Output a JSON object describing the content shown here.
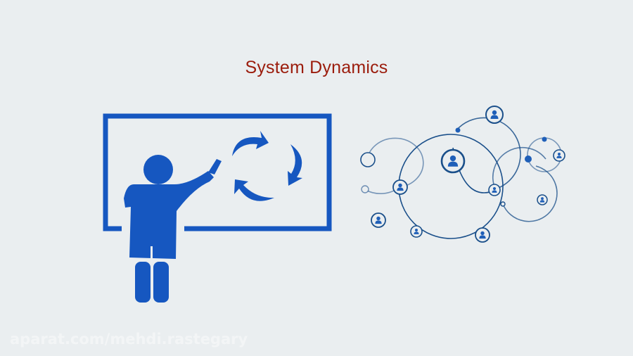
{
  "slide": {
    "title": "System Dynamics",
    "title_color": "#9b1c0c",
    "background": "#eaeef0",
    "accent_color": "#1657c0",
    "network_color": "#1a4f8a"
  },
  "illustration_left": {
    "description": "teacher-at-whiteboard-icon",
    "cycle_arrows": 3
  },
  "illustration_right": {
    "description": "social-network-icon",
    "person_nodes": 9
  },
  "watermark": {
    "text": "aparat.com/mehdi.rastegary"
  }
}
